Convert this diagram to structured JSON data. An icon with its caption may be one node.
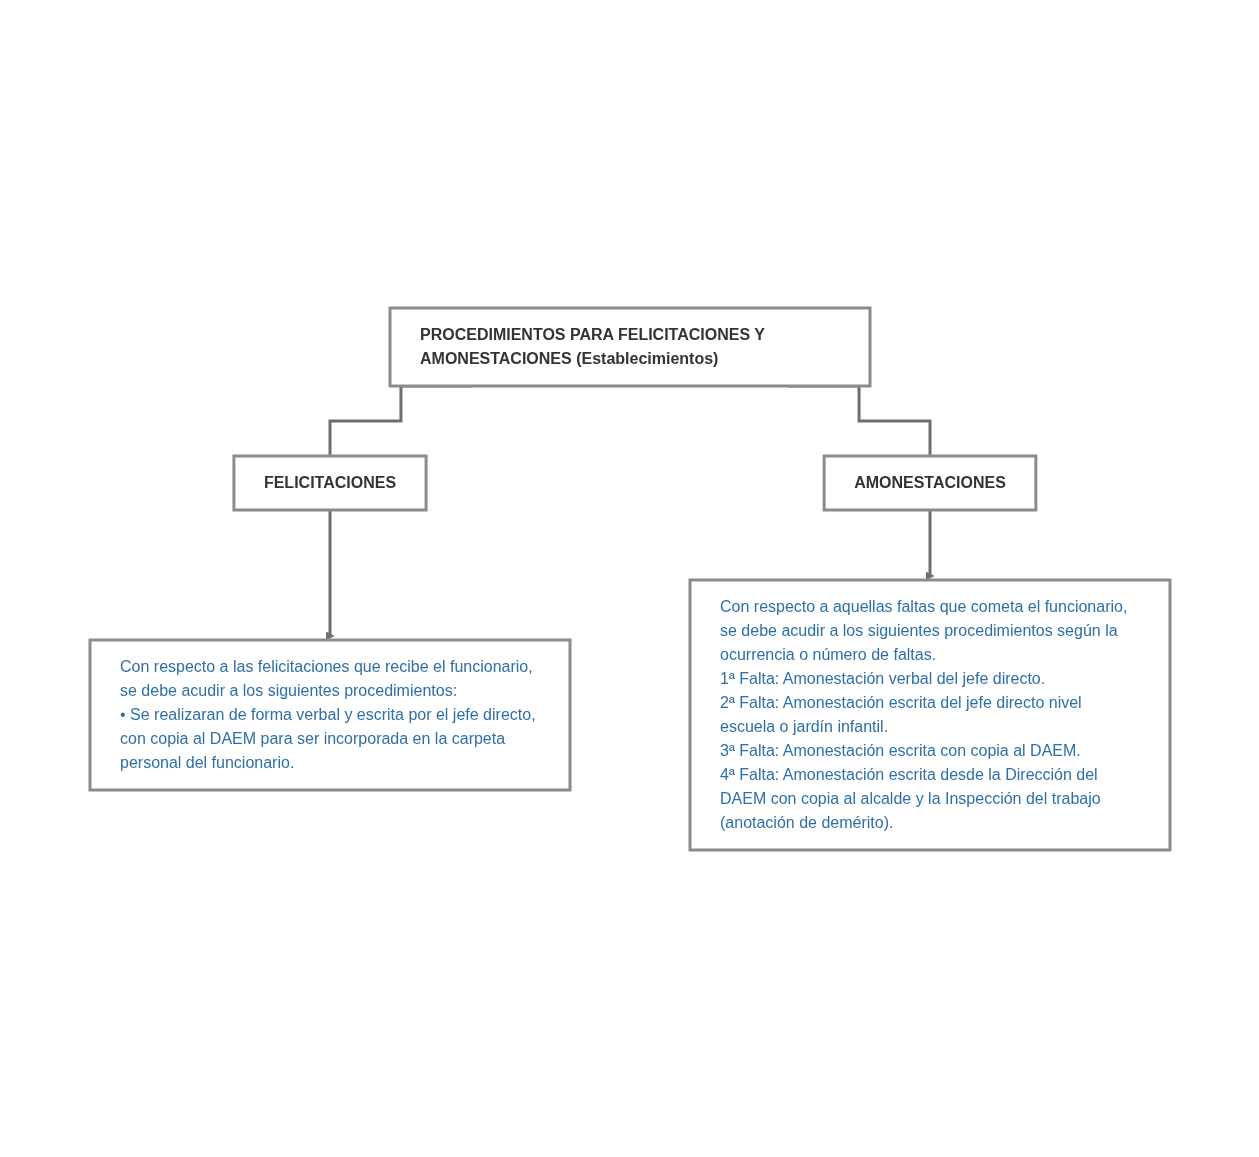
{
  "diagram": {
    "nodes": [
      {
        "text": [
          "PROCEDIMIENTOS PARA FELICITACIONES Y AMONESTACIONES (Establecimientos)"
        ]
      },
      {
        "text": [
          "FELICITACIONES"
        ]
      },
      {
        "text": [
          "AMONESTACIONES"
        ]
      },
      {
        "text": [
          "Con respecto a las felicitaciones que recibe el funcionario, se debe acudir a los siguientes procedimientos:",
          "• Se realizaran de forma verbal y escrita por el jefe directo, con copia al DAEM para ser incorporada en la carpeta personal del funcionario."
        ]
      },
      {
        "text": [
          "Con respecto a aquellas faltas que cometa el funcionario, se debe acudir a los siguientes procedimientos según la ocurrencia o número de faltas.",
          "1ª Falta: Amonestación verbal del jefe directo.",
          "2ª Falta: Amonestación escrita del jefe directo nivel escuela o jardín infantil.",
          "3ª Falta: Amonestación escrita con copia al DAEM.",
          "4ª Falta: Amonestación escrita desde la Dirección del DAEM con copia al alcalde y la Inspección del trabajo (anotación de demérito)."
        ]
      }
    ],
    "edges": [
      {
        "from": 0,
        "to": 1,
        "arrow": "none"
      },
      {
        "from": 0,
        "to": 2,
        "arrow": "none"
      },
      {
        "from": 1,
        "to": 3,
        "arrow": "to"
      },
      {
        "from": 2,
        "to": 4,
        "arrow": "to"
      }
    ]
  }
}
